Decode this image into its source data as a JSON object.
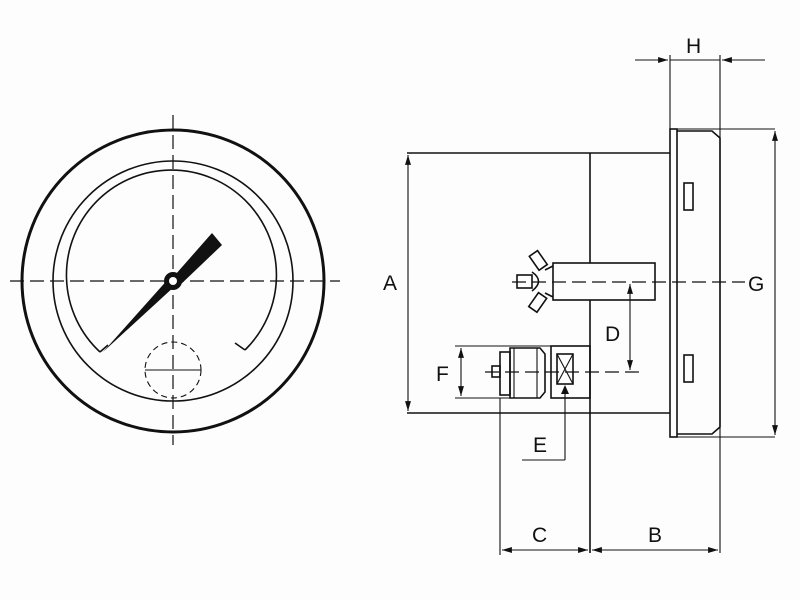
{
  "labels": {
    "A": "A",
    "B": "B",
    "C": "C",
    "D": "D",
    "E": "E",
    "F": "F",
    "G": "G",
    "H": "H"
  },
  "colors": {
    "line": "#111111",
    "background": "#fdfdfd"
  }
}
